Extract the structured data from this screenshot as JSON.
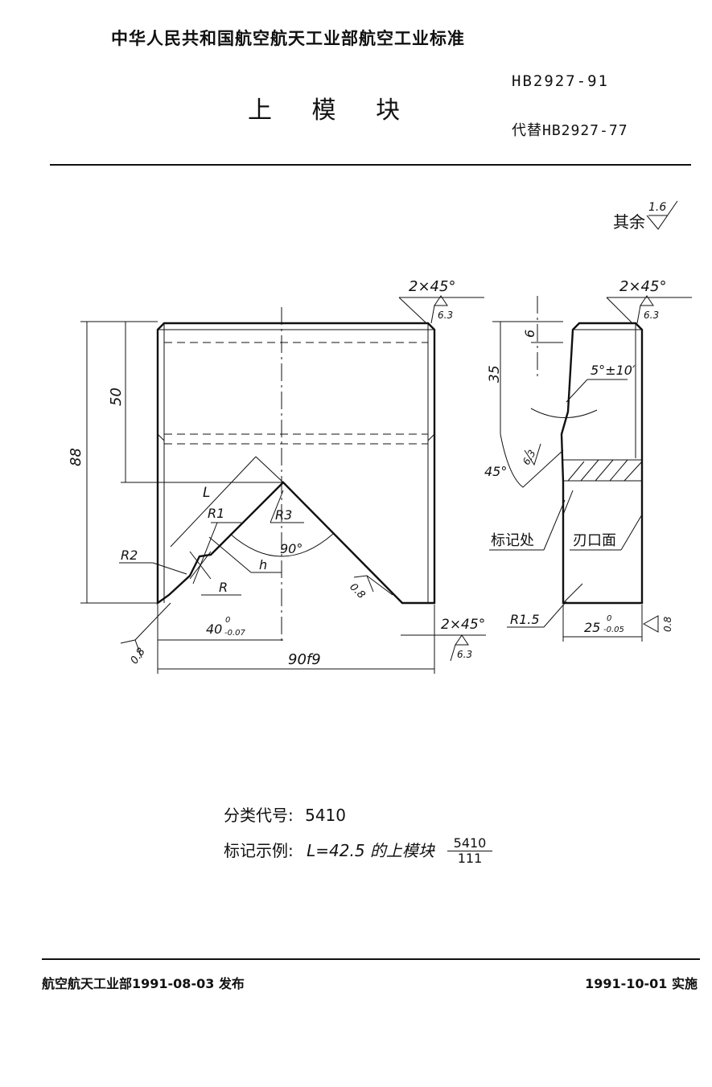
{
  "header": {
    "org": "中华人民共和国航空航天工业部航空工业标准",
    "title": "上 模 块",
    "code": "HB2927-91",
    "replaces": "代替HB2927-77"
  },
  "surface_rest": {
    "label": "其余",
    "value": "1.6"
  },
  "front_view": {
    "chamfer": "2×45°",
    "chamfer_roughness": "6.3",
    "dim_height": "88",
    "dim_50": "50",
    "dim_L": "L",
    "dim_R1": "R1",
    "dim_R2": "R2",
    "dim_R3": "R3",
    "dim_R": "R",
    "dim_h": "h",
    "angle": "90°",
    "v_roughness": "0.8",
    "dim_40": "40",
    "dim_40_tol_upper": "0",
    "dim_40_tol_lower": "-0.07",
    "dim_90": "90f9",
    "bottom_roughness": "0.8",
    "bottom_chamfer": "2×45°",
    "bottom_chamfer_roughness": "6.3"
  },
  "side_view": {
    "chamfer": "2×45°",
    "chamfer_roughness": "6.3",
    "dim_35": "35",
    "dim_6": "6",
    "angle_5": "5°±10′",
    "angle_45": "45°",
    "roughness_63": "6.3",
    "mark_place": "标记处",
    "blade_face": "刃口面",
    "radius": "R1.5",
    "dim_25": "25",
    "dim_25_tol_upper": "0",
    "dim_25_tol_lower": "-0.05",
    "right_roughness": "0.8"
  },
  "notes": {
    "class_code_label": "分类代号:",
    "class_code": "5410",
    "mark_example_label": "标记示例:",
    "mark_example_text": "L=42.5 的上模块",
    "mark_fraction_top": "5410",
    "mark_fraction_bottom": "111"
  },
  "footer": {
    "issued": "航空航天工业部1991-08-03  发布",
    "effective": "1991-10-01  实施"
  }
}
